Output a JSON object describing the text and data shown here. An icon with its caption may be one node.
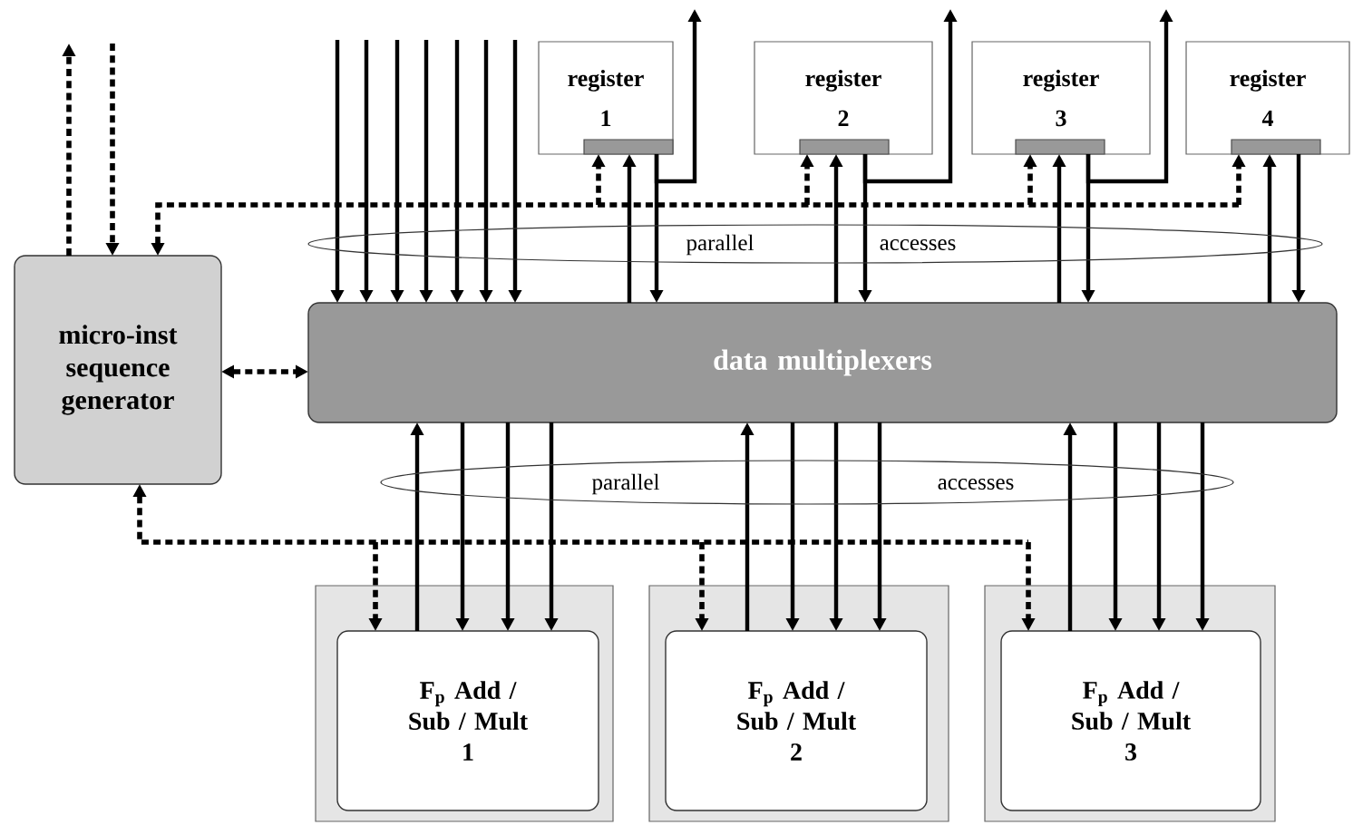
{
  "diagram": {
    "nodes": [
      {
        "text": [
          "micro-inst sequence generator"
        ]
      },
      {
        "text": [
          "data multiplexers"
        ]
      },
      {
        "text": [
          "register",
          "1"
        ]
      },
      {
        "text": [
          "register",
          "2"
        ]
      },
      {
        "text": [
          "register",
          "3"
        ]
      },
      {
        "text": [
          "register",
          "4"
        ]
      },
      {
        "text": [],
        "shape": "bar",
        "in": 2
      },
      {
        "text": [],
        "shape": "bar",
        "in": 3
      },
      {
        "text": [],
        "shape": "bar",
        "in": 4
      },
      {
        "text": [],
        "shape": "bar",
        "in": 5
      },
      {
        "text": [],
        "shape": "box"
      },
      {
        "text": [
          "F$_{p}$ Add / Sub / Mult",
          "1"
        ],
        "in": 10
      },
      {
        "text": [],
        "shape": "box"
      },
      {
        "text": [
          "F$_{p}$ Add / Sub / Mult",
          "2"
        ],
        "in": 12
      },
      {
        "text": [],
        "shape": "box"
      },
      {
        "text": [
          "F$_{p}$ Add / Sub / Mult",
          "3"
        ],
        "in": 14
      }
    ],
    "edges": [
      {
        "from": null,
        "to": 1,
        "arrow": "to"
      },
      {
        "from": null,
        "to": 1,
        "arrow": "to"
      },
      {
        "from": null,
        "to": 1,
        "arrow": "to"
      },
      {
        "from": null,
        "to": 1,
        "arrow": "to"
      },
      {
        "from": null,
        "to": 1,
        "arrow": "to"
      },
      {
        "from": null,
        "to": 1,
        "arrow": "to"
      },
      {
        "from": null,
        "to": 1,
        "arrow": "to"
      },
      {
        "from": 1,
        "to": 6,
        "arrow": "to"
      },
      {
        "from": 6,
        "to": 1,
        "arrow": "to"
      },
      {
        "from": 6,
        "to": null,
        "arrow": "to"
      },
      {
        "from": 0,
        "to": 6,
        "arrow": "both",
        "style": "dashed"
      },
      {
        "from": 1,
        "to": 7,
        "arrow": "to"
      },
      {
        "from": 7,
        "to": 1,
        "arrow": "to"
      },
      {
        "from": 7,
        "to": null,
        "arrow": "to"
      },
      {
        "from": 0,
        "to": 7,
        "arrow": "both",
        "style": "dashed"
      },
      {
        "from": 1,
        "to": 8,
        "arrow": "to"
      },
      {
        "from": 8,
        "to": 1,
        "arrow": "to"
      },
      {
        "from": 8,
        "to": null,
        "arrow": "to"
      },
      {
        "from": 0,
        "to": 8,
        "arrow": "both",
        "style": "dashed"
      },
      {
        "from": 1,
        "to": 9,
        "arrow": "to"
      },
      {
        "from": 9,
        "to": 1,
        "arrow": "to"
      },
      {
        "from": 0,
        "to": 9,
        "arrow": "both",
        "style": "dashed"
      },
      {
        "from": 0,
        "to": null,
        "arrow": "to",
        "style": "dashed"
      },
      {
        "from": null,
        "to": 0,
        "arrow": "to",
        "style": "dashed"
      },
      {
        "from": 0,
        "to": 1,
        "arrow": "both",
        "style": "dashed"
      },
      {
        "from": 11,
        "to": 1,
        "arrow": "to"
      },
      {
        "from": 1,
        "to": 11,
        "arrow": "to"
      },
      {
        "from": 1,
        "to": 11,
        "arrow": "to"
      },
      {
        "from": 1,
        "to": 11,
        "arrow": "to"
      },
      {
        "from": 0,
        "to": 11,
        "arrow": "both",
        "style": "dashed"
      },
      {
        "from": 13,
        "to": 1,
        "arrow": "to"
      },
      {
        "from": 1,
        "to": 13,
        "arrow": "to"
      },
      {
        "from": 1,
        "to": 13,
        "arrow": "to"
      },
      {
        "from": 1,
        "to": 13,
        "arrow": "to"
      },
      {
        "from": 0,
        "to": 13,
        "arrow": "both",
        "style": "dashed"
      },
      {
        "from": 15,
        "to": 1,
        "arrow": "to"
      },
      {
        "from": 1,
        "to": 15,
        "arrow": "to"
      },
      {
        "from": 1,
        "to": 15,
        "arrow": "to"
      },
      {
        "from": 1,
        "to": 15,
        "arrow": "to"
      },
      {
        "from": 0,
        "to": 15,
        "arrow": "both",
        "style": "dashed"
      }
    ],
    "labels": [
      "parallel",
      "accesses",
      "parallel",
      "accesses"
    ]
  }
}
